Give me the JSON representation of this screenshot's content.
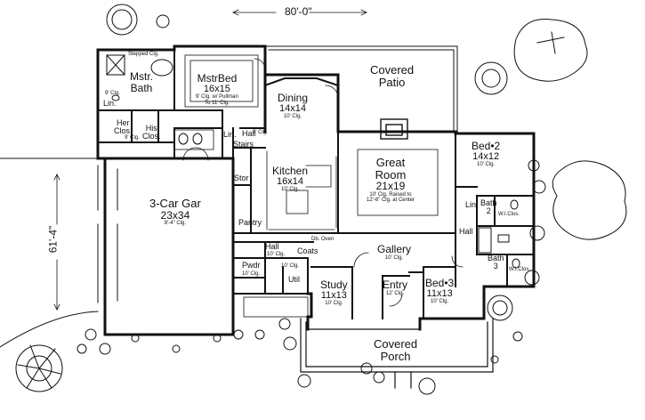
{
  "dimensions": {
    "width": "80'-0\"",
    "depth": "61'-4\""
  },
  "rooms": {
    "mstr_bath": {
      "name": "Mstr.",
      "name2": "Bath"
    },
    "mstr_bed": {
      "name": "MstrBed",
      "size": "16x15",
      "ceiling": "9' Clg. w/ Pullman",
      "ceiling2": "To 11' Clg."
    },
    "dining": {
      "name": "Dining",
      "size": "14x14",
      "ceiling": "10' Clg."
    },
    "covered_patio": {
      "name": "Covered",
      "name2": "Patio"
    },
    "great_room": {
      "name": "Great",
      "name2": "Room",
      "size": "21x19",
      "ceiling": "10' Clg. Raised to",
      "ceiling2": "12'-6\" Clg. at Center"
    },
    "bed2": {
      "name": "Bed•2",
      "size": "14x12",
      "ceiling": "10' Clg."
    },
    "kitchen": {
      "name": "Kitchen",
      "size": "16x14",
      "ceiling": "10' Clg."
    },
    "garage": {
      "name": "3-Car  Gar",
      "size": "23x34",
      "ceiling": "8'-4\" Clg."
    },
    "gallery": {
      "name": "Gallery",
      "ceiling": "10' Clg."
    },
    "study": {
      "name": "Study",
      "size": "11x13",
      "ceiling": "10' Clg."
    },
    "entry": {
      "name": "Entry",
      "ceiling": "12' Clg."
    },
    "bed3": {
      "name": "Bed•3",
      "size": "11x13",
      "ceiling": "10' Clg."
    },
    "covered_porch": {
      "name": "Covered",
      "name2": "Porch"
    }
  },
  "small_labels": {
    "her_clos": "Her",
    "her_clos2": "Clos.",
    "his_clos": "His",
    "his_clos2": "Clos.",
    "lin1": "Lin.",
    "lin2": "Lin.",
    "lin3": "Lin.",
    "hall1": "Hall",
    "stairs": "Stairs",
    "stor": "Stor",
    "pantry": "Pantry",
    "hall2": "Hall",
    "coats": "Coats",
    "pwdr": "Pwdr",
    "util": "Util",
    "hall3": "Hall",
    "bath2": "Bath",
    "bath2_num": "2",
    "bath3": "Bath",
    "bath3_num": "3",
    "wi_clos1": "W.I.Clos.",
    "wi_clos2": "W.I.Clos.",
    "db_oven": "Db. Oven",
    "stepped_clg": "Stepped Clg.",
    "clg_9": "9' Clg.",
    "clg_9b": "9' Clg.",
    "clg_9c": "9' Clg.",
    "clg_10": "10' Clg.",
    "clg_10b": "10' Clg.",
    "clg_10c": "10' Clg."
  }
}
